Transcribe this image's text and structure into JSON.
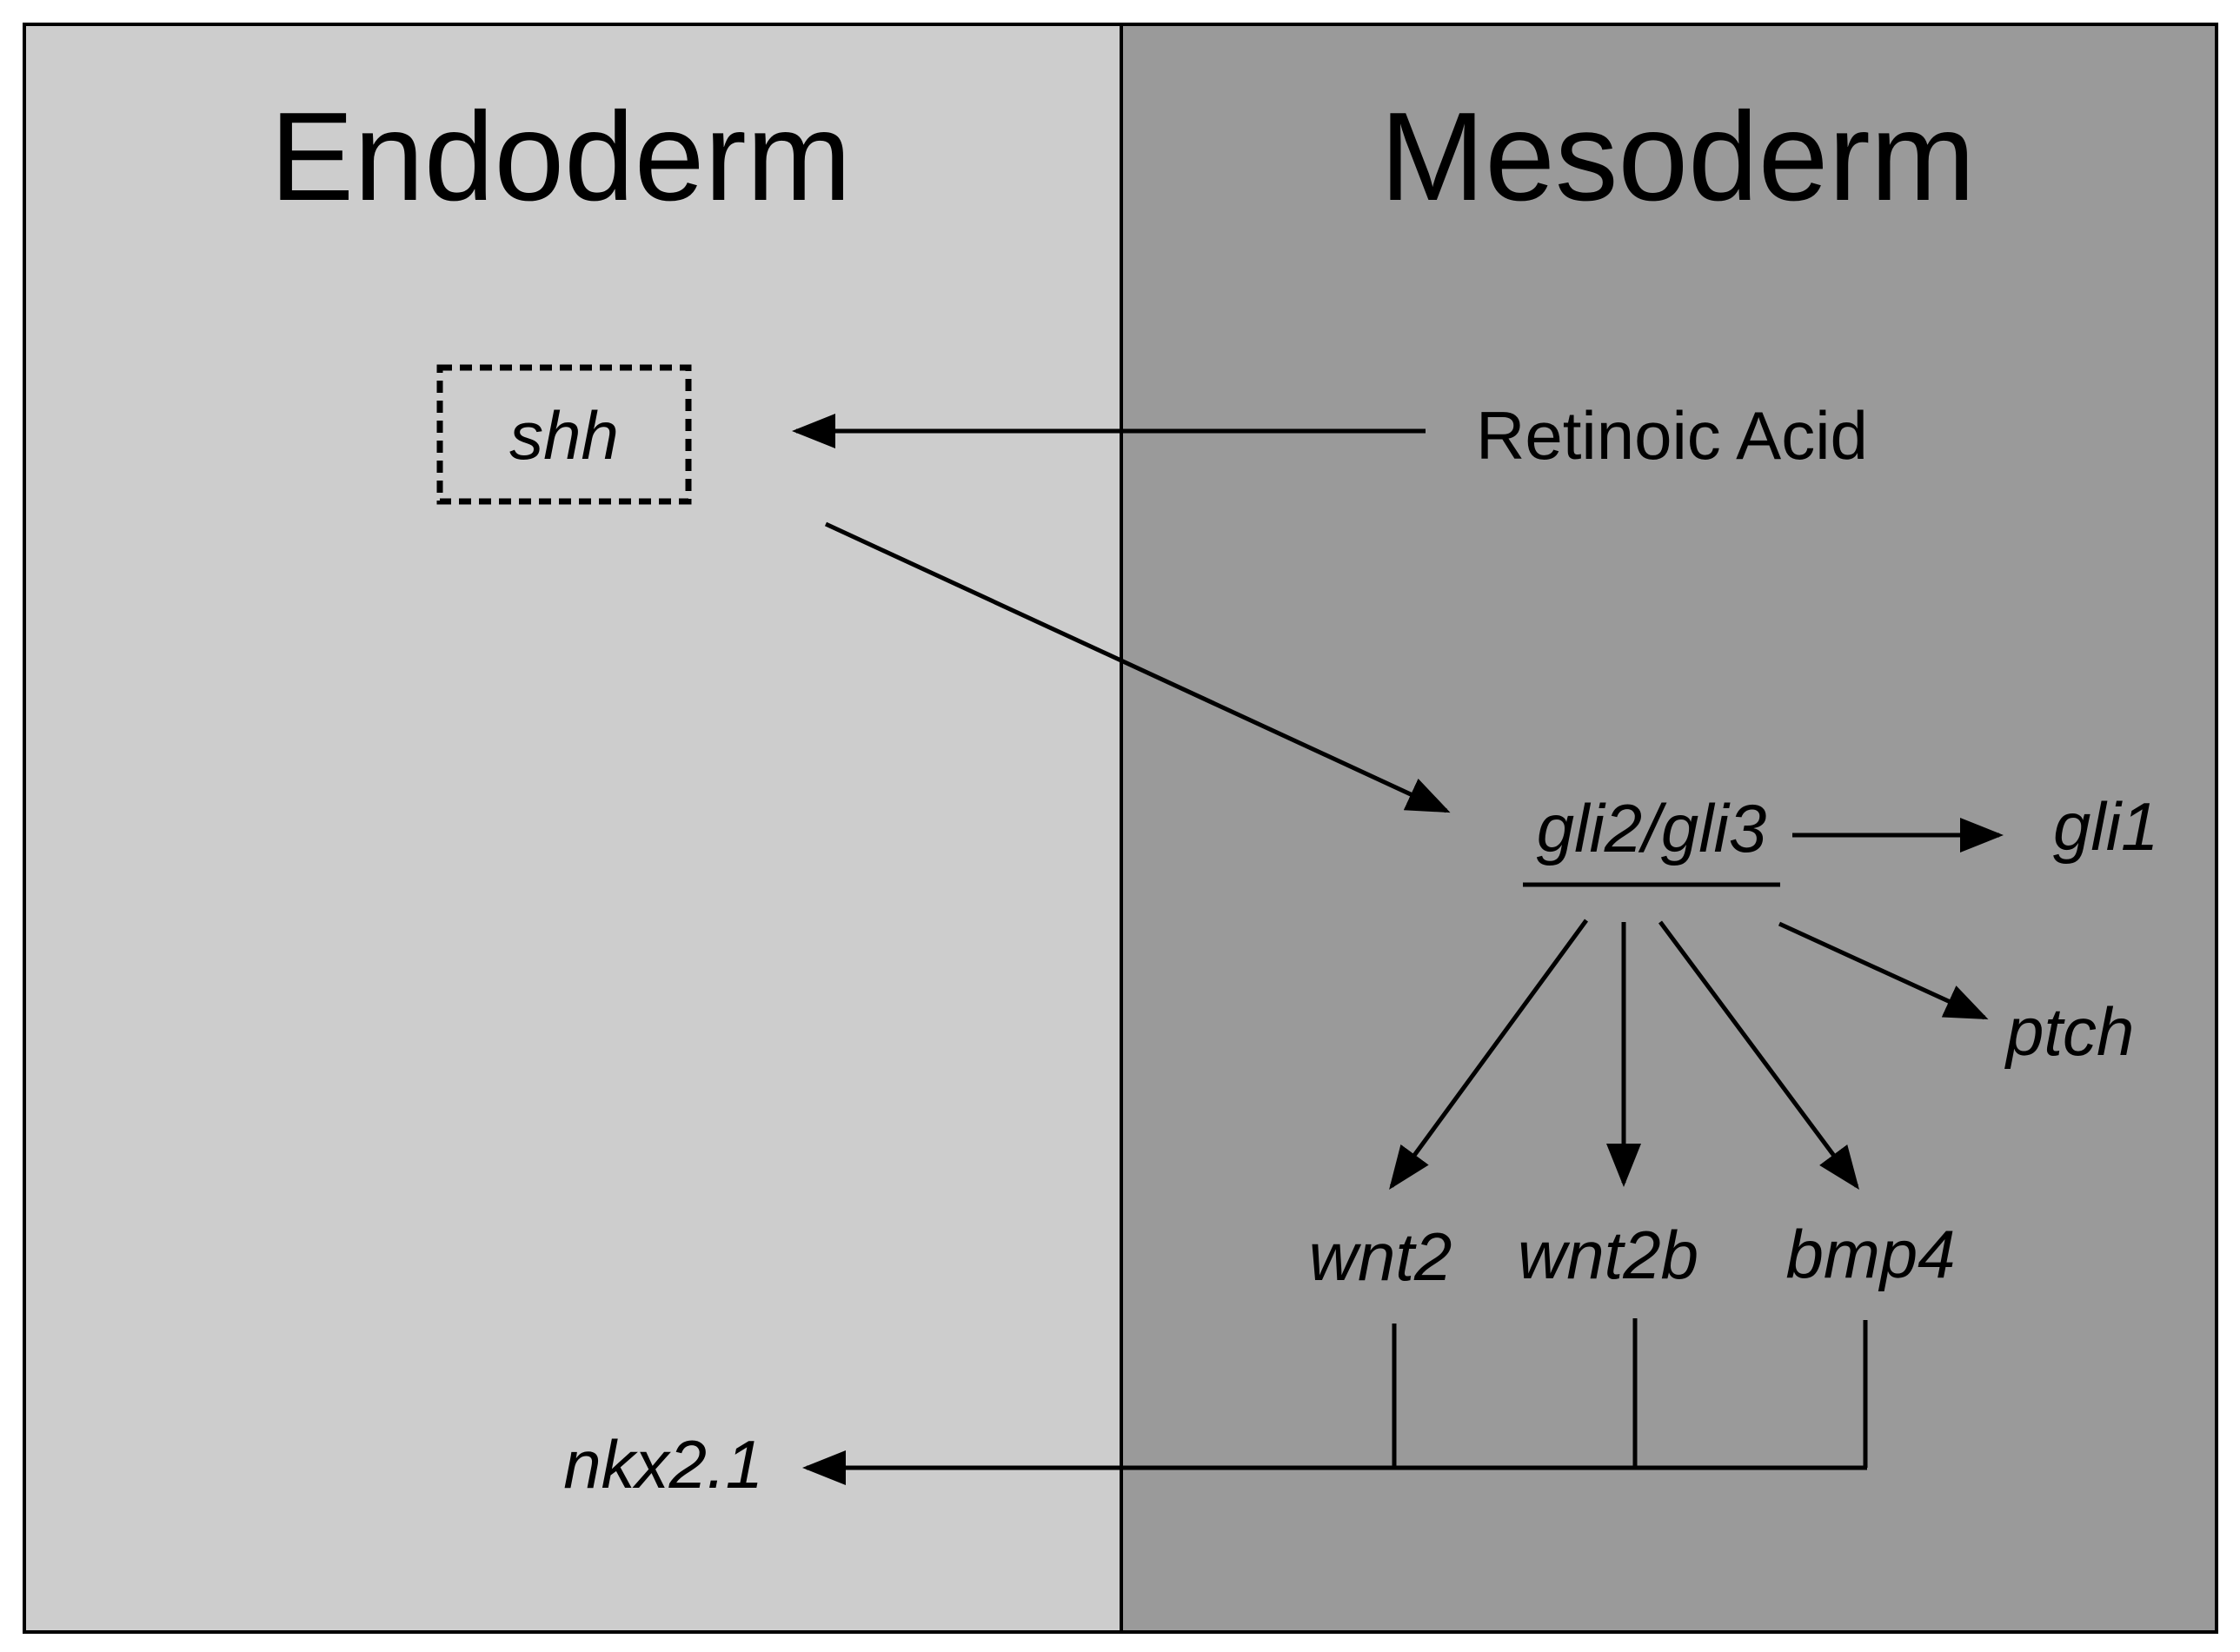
{
  "regions": {
    "left": {
      "title": "Endoderm",
      "color": "#cdcdcd"
    },
    "right": {
      "title": "Mesoderm",
      "color": "#9a9a9a"
    }
  },
  "nodes": {
    "shh": "shh",
    "retinoic_acid": "Retinoic Acid",
    "gli2_gli3": "gli2/gli3",
    "gli1": "gli1",
    "ptch": "ptch",
    "wnt2": "wnt2",
    "wnt2b": "wnt2b",
    "bmp4": "bmp4",
    "nkx2_1": "nkx2.1"
  },
  "edges": [
    {
      "from": "retinoic_acid",
      "to": "shh",
      "type": "activation"
    },
    {
      "from": "shh",
      "to": "gli2_gli3",
      "type": "activation"
    },
    {
      "from": "gli2_gli3",
      "to": "gli1",
      "type": "activation"
    },
    {
      "from": "gli2_gli3",
      "to": "ptch",
      "type": "activation"
    },
    {
      "from": "gli2_gli3",
      "to": "wnt2",
      "type": "activation"
    },
    {
      "from": "gli2_gli3",
      "to": "wnt2b",
      "type": "activation"
    },
    {
      "from": "gli2_gli3",
      "to": "bmp4",
      "type": "activation"
    },
    {
      "from": [
        "wnt2",
        "wnt2b",
        "bmp4"
      ],
      "to": "nkx2_1",
      "type": "activation"
    }
  ],
  "colors": {
    "line": "#000000",
    "frame": "#000000"
  }
}
